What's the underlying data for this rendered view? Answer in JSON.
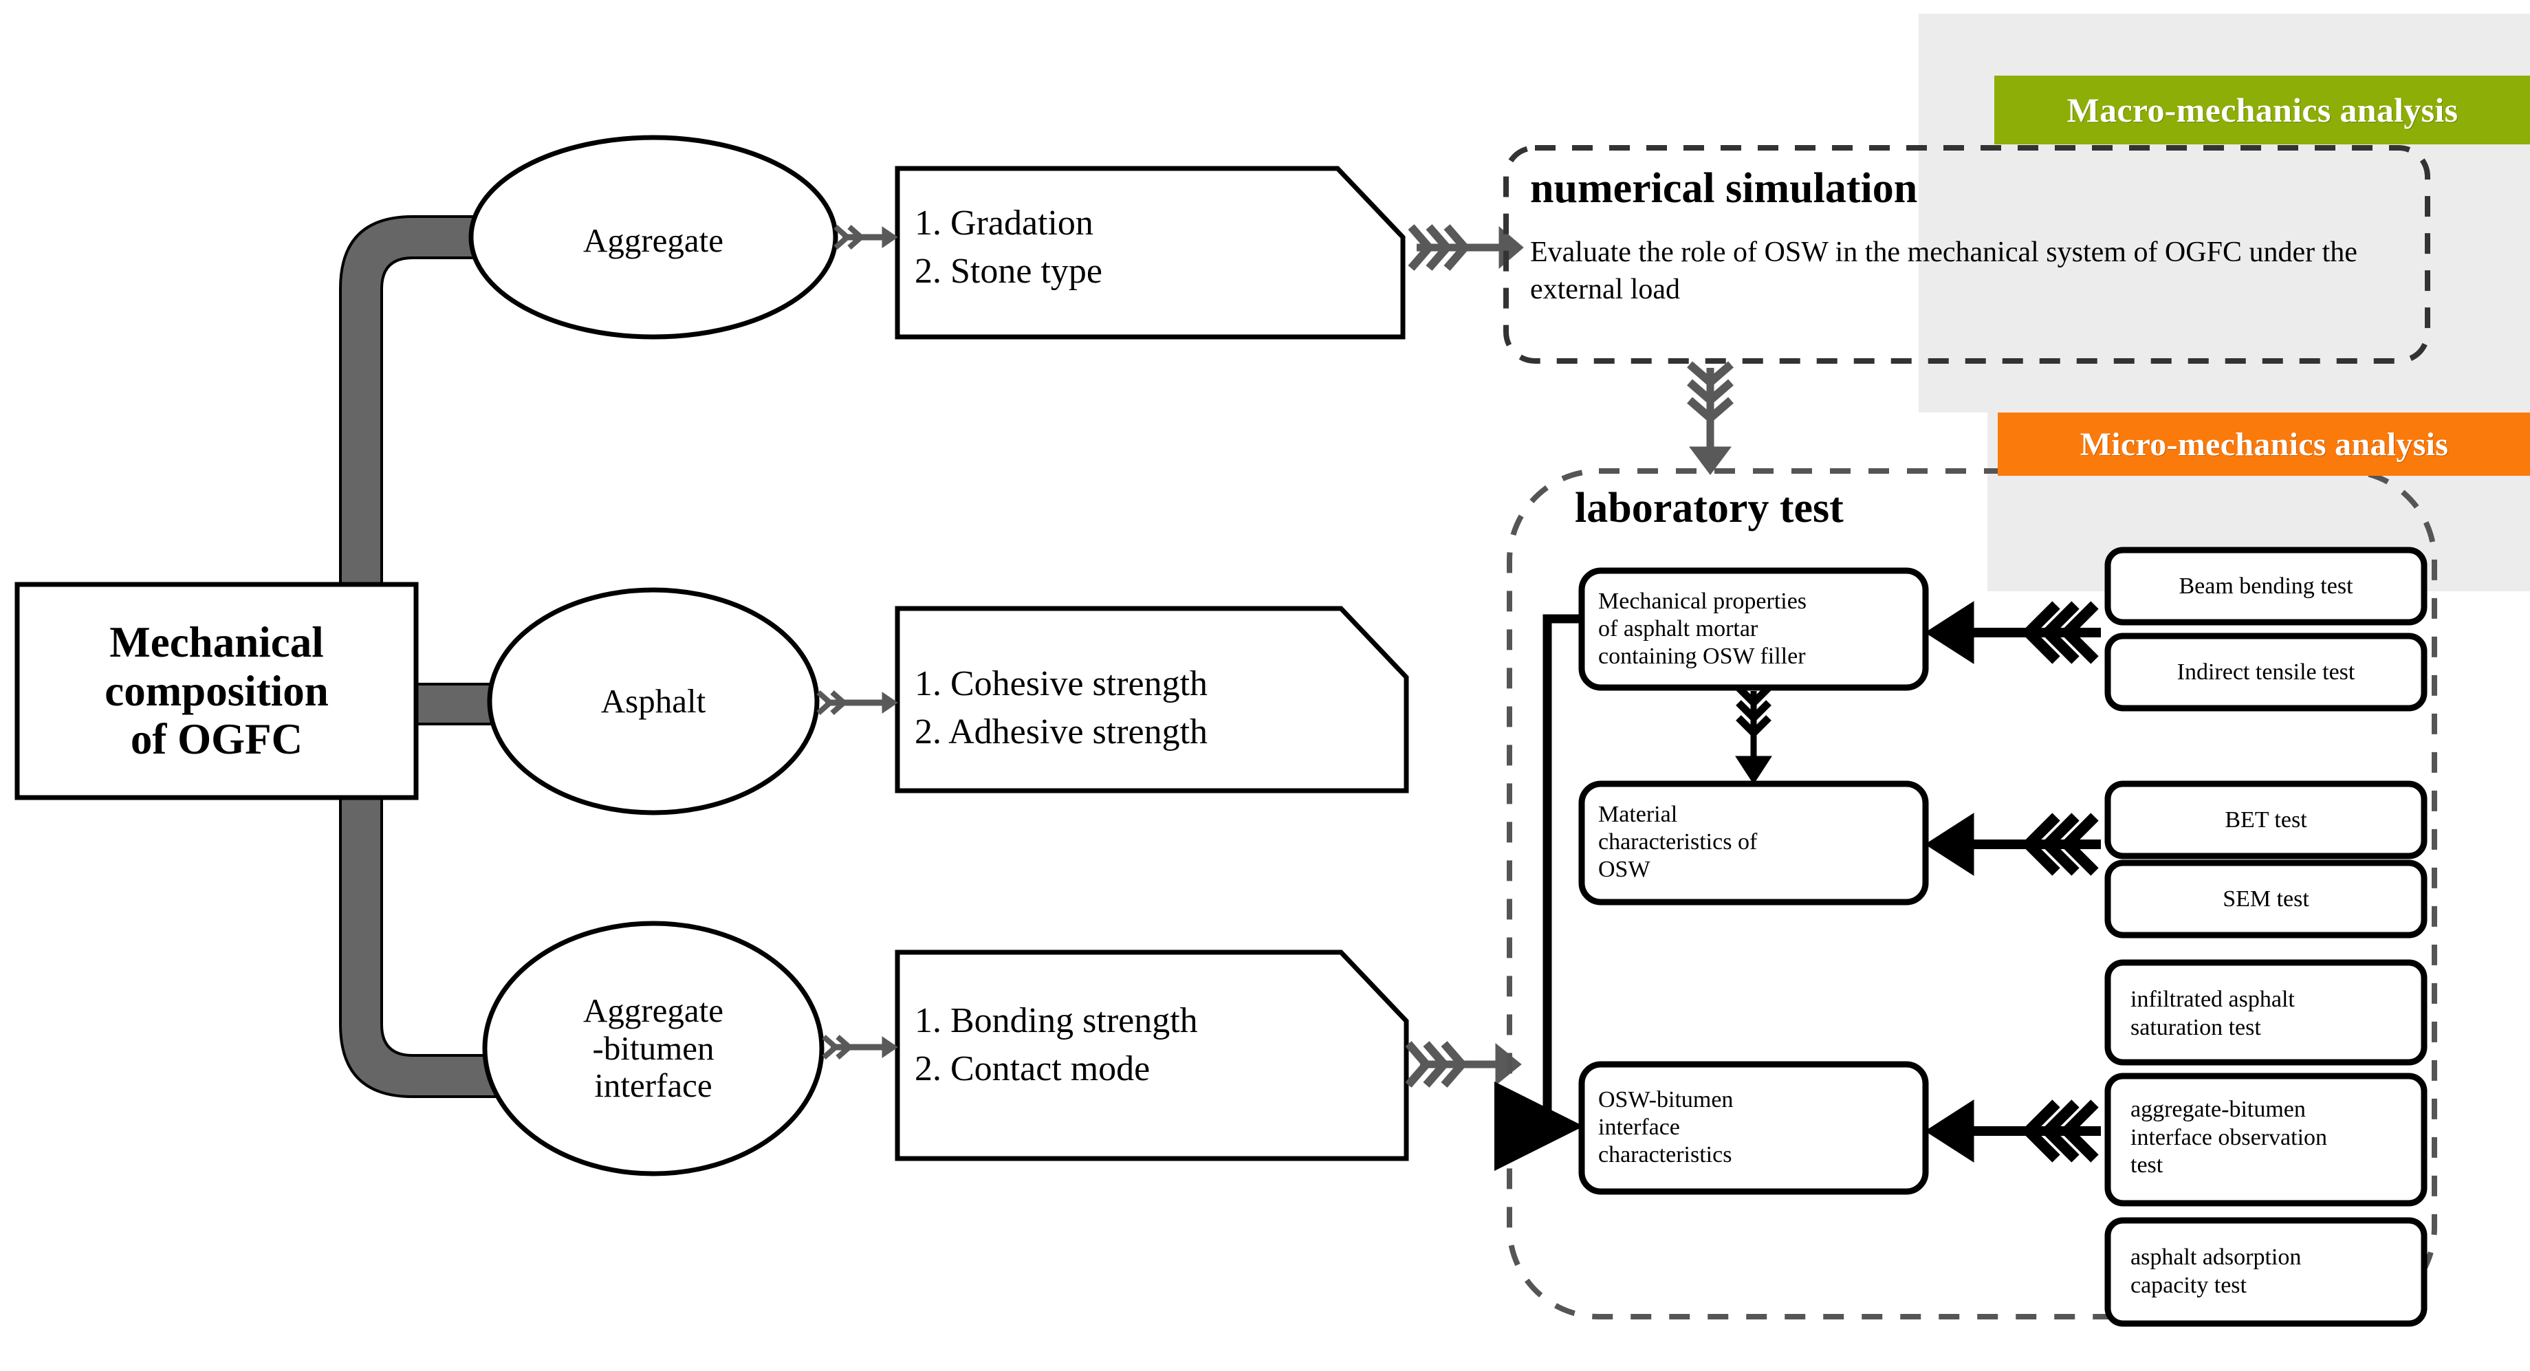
{
  "diagram": {
    "title": "Mechanical composition of OGFC research framework",
    "source_box": {
      "label": "Mechanical\ncomposition\nof OGFC"
    },
    "branches": [
      {
        "ellipse": "Aggregate",
        "factors": "1. Gradation\n2. Stone type"
      },
      {
        "ellipse": "Asphalt",
        "factors": "1. Cohesive strength\n2. Adhesive strength"
      },
      {
        "ellipse": "Aggregate\n-bitumen\ninterface",
        "factors": "1. Bonding strength\n2. Contact mode"
      }
    ],
    "macro": {
      "banner": "Macro-mechanics analysis",
      "banner_color": "#8DAE06",
      "panel_title": "numerical simulation",
      "panel_body": "Evaluate the role of OSW in the mechanical system of OGFC under the external load"
    },
    "micro": {
      "banner": "Micro-mechanics analysis",
      "banner_color": "#FB7A0C",
      "panel_title": "laboratory test",
      "topics": [
        {
          "label": "Mechanical properties\nof asphalt mortar\ncontaining OSW filler",
          "tests": [
            "Beam bending test",
            "Indirect tensile test"
          ]
        },
        {
          "label": "Material\ncharacteristics of\nOSW",
          "tests": [
            "BET test",
            "SEM test"
          ]
        },
        {
          "label": "OSW-bitumen\ninterface\ncharacteristics",
          "tests": [
            "infiltrated asphalt\nsaturation test",
            "aggregate-bitumen\ninterface observation\ntest",
            "asphalt adsorption\ncapacity test"
          ]
        }
      ]
    },
    "colors": {
      "arrow_gray": "#595959",
      "block_arrow_gray": "#666666",
      "outline_black": "#000000",
      "shadow_gray": "#ececec"
    }
  }
}
